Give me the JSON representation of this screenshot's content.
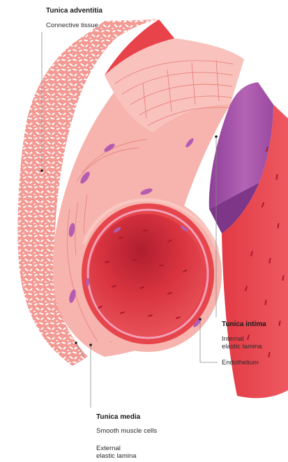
{
  "labels": {
    "adventitia_title": "Tunica adventitia",
    "adventitia_sub": "Connective tissue",
    "intima_title": "Tunica intima",
    "intima_lamina_1": "Internal",
    "intima_lamina_2": "elastic lamina",
    "intima_endothelium": "Endothelium",
    "media_title": "Tunica media",
    "media_muscle": "Smooth muscle cells",
    "media_ext_1": "External",
    "media_ext_2": "elastic lamina"
  },
  "colors": {
    "adventitia": "#f39a94",
    "adventitia_fiber": "#ffffff",
    "media_outer": "#f7b3ad",
    "media_line": "#e77a78",
    "media_nucleus": "#b45cb0",
    "intima_purple": "#a455a8",
    "muscle_wall": "#e6454c",
    "lumen": "#d82e3c",
    "cell_mark": "#a81a2a",
    "leader": "#8a8a8a"
  }
}
